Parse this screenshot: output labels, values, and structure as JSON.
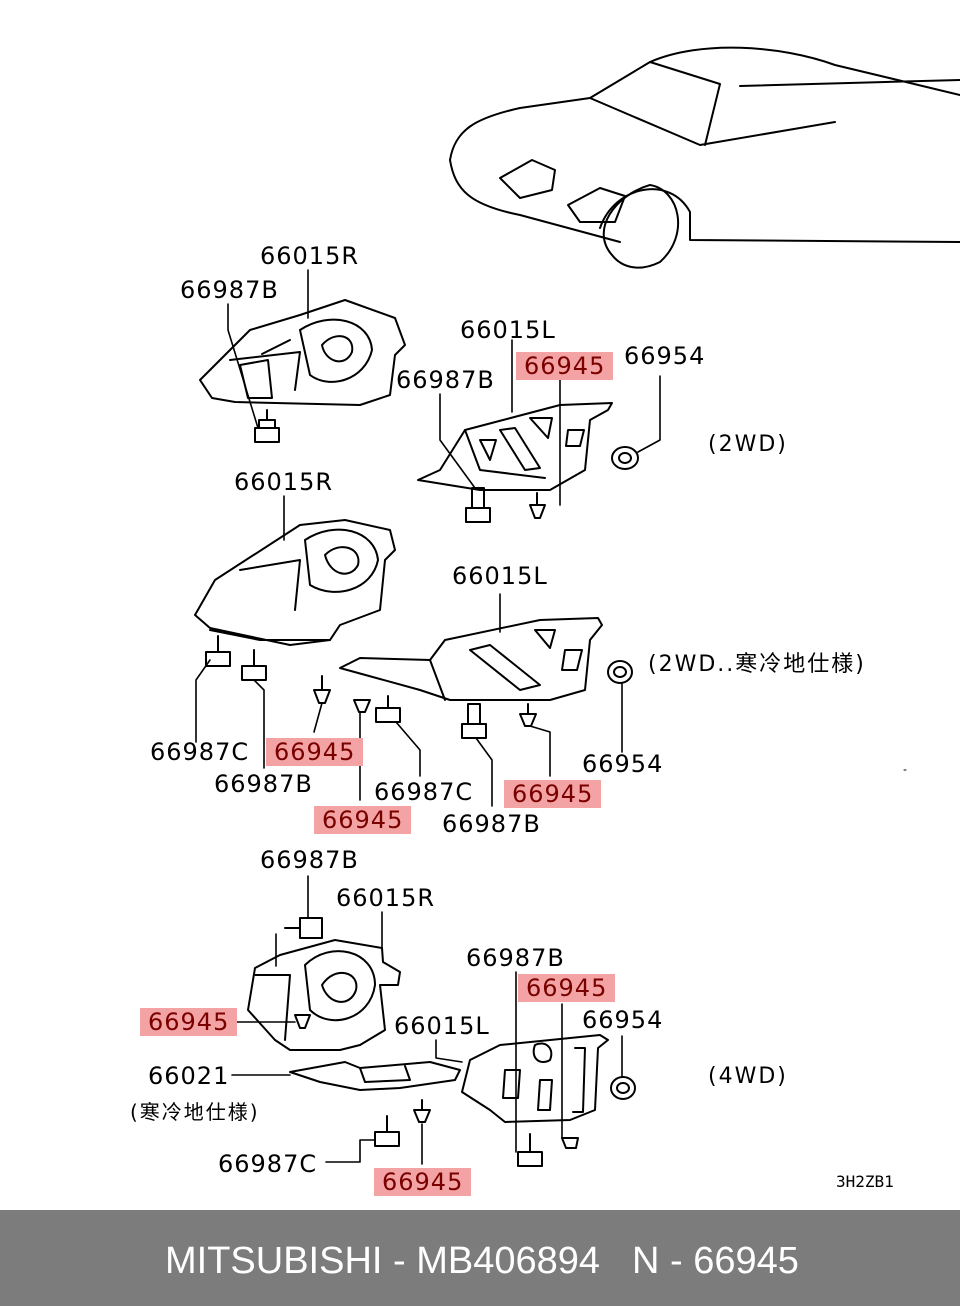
{
  "labels": {
    "top_r_66015": "66015R",
    "top_r_66987": "66987B",
    "top_l_66015": "66015L",
    "top_l_66945": "66945",
    "top_l_66954": "66954",
    "top_l_66987": "66987B",
    "mid_r_66015": "66015R",
    "mid_l_66015": "66015L",
    "mid_66987c_left": "66987C",
    "mid_66945_a": "66945",
    "mid_66987b_left": "66987B",
    "mid_66945_b": "66945",
    "mid_66987c_center": "66987C",
    "mid_66987b_center": "66987B",
    "mid_66945_c": "66945",
    "mid_66954": "66954",
    "bot_66987b_top": "66987B",
    "bot_66015r": "66015R",
    "bot_66945_left": "66945",
    "bot_66021": "66021",
    "bot_cold_note": "(寒冷地仕様)",
    "bot_66987c": "66987C",
    "bot_66945_bottom": "66945",
    "bot_66987b_right": "66987B",
    "bot_66945_right": "66945",
    "bot_66954": "66954",
    "bot_66015l": "66015L"
  },
  "notes": {
    "variant_2wd": "(2WD)",
    "variant_2wd_cold": "(2WD..寒冷地仕様)",
    "variant_4wd": "(4WD)"
  },
  "diagram_code": "3H2ZB1",
  "footer": {
    "brand": "MITSUBISHI - MB406894",
    "part": "N - 66945"
  },
  "colors": {
    "highlight": "#f3a3a3",
    "footer_bg": "#7c7c7c",
    "line": "#000000"
  }
}
